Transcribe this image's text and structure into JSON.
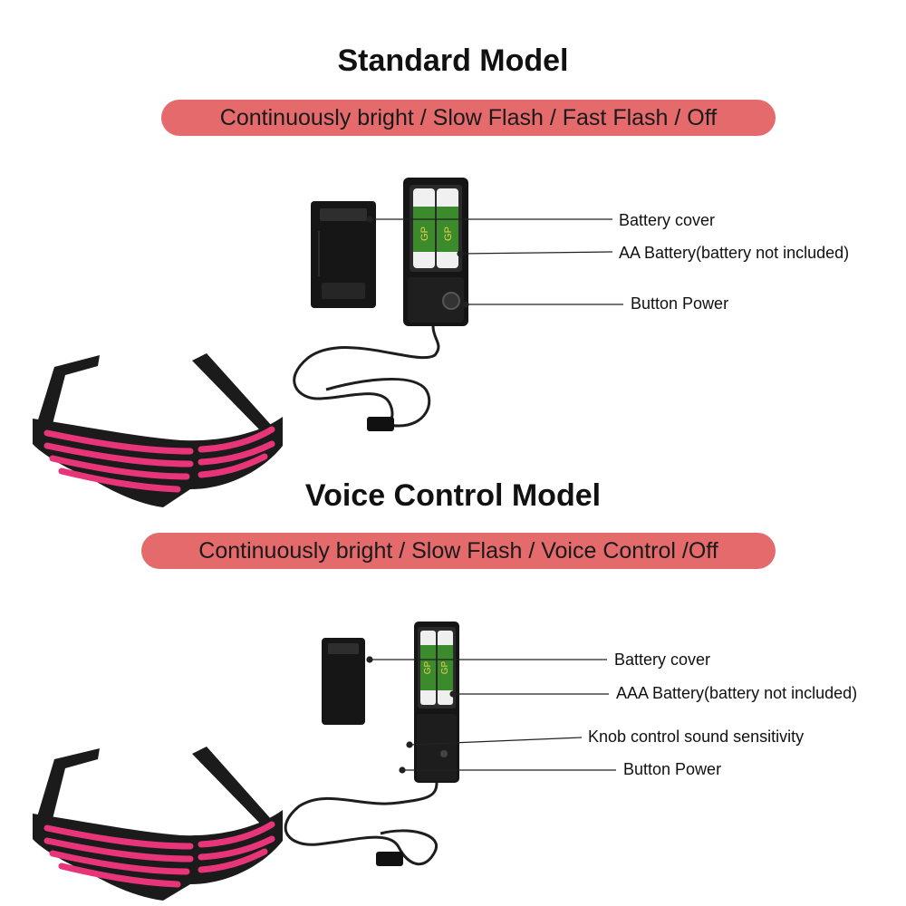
{
  "colors": {
    "pill": "#e46a6c",
    "frame": "#1b1b1b",
    "lens": "#e8357a",
    "line": "#222222"
  },
  "standard": {
    "title": "Standard Model",
    "modes": "Continuously bright / Slow Flash / Fast Flash / Off",
    "callouts": {
      "battery_cover": "Battery cover",
      "battery": "AA Battery(battery not included)",
      "button_power": "Button Power"
    },
    "battery_brand": "GP"
  },
  "voice": {
    "title": "Voice Control Model",
    "modes": "Continuously bright / Slow Flash / Voice Control /Off",
    "callouts": {
      "battery_cover": "Battery cover",
      "battery": "AAA Battery(battery not included)",
      "knob": "Knob control sound sensitivity",
      "button_power": "Button Power"
    },
    "battery_brand": "GP"
  }
}
